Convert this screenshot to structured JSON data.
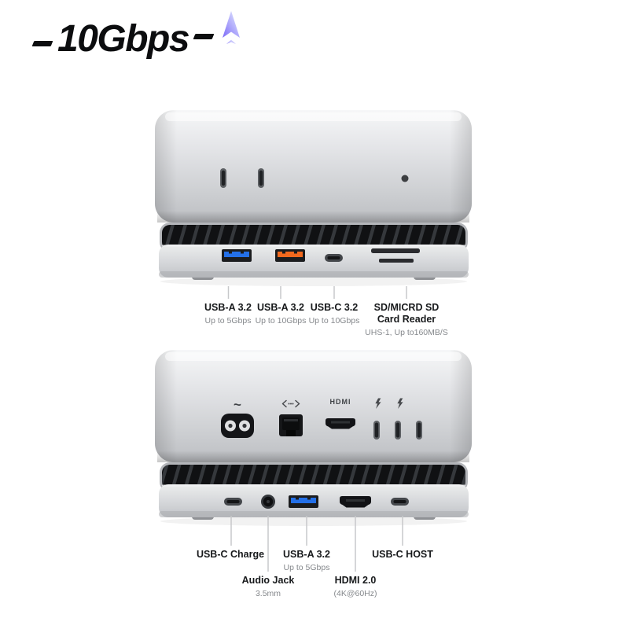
{
  "header": {
    "speed": "10Gbps"
  },
  "front_view": {
    "labels": [
      {
        "line1": "USB-A 3.2",
        "line2": "Up to 5Gbps"
      },
      {
        "line1": "USB-A 3.2",
        "line2": "Up to 10Gbps"
      },
      {
        "line1": "USB-C 3.2",
        "line2": "Up to 10Gbps"
      },
      {
        "line1": "SD/MICRD SD",
        "line2": "Card Reader",
        "line3": "UHS-1, Up to160MB/S"
      }
    ]
  },
  "rear_view": {
    "power_symbol": "~",
    "hdmi_port_label": "HDMI",
    "labels": [
      {
        "line1": "USB-C Charge"
      },
      {
        "line1": "Audio Jack",
        "line2": "3.5mm"
      },
      {
        "line1": "USB-A 3.2",
        "line2": "Up to 5Gbps"
      },
      {
        "line1": "HDMI 2.0",
        "line2": "(4K@60Hz)"
      },
      {
        "line1": "USB-C HOST"
      }
    ]
  },
  "colors": {
    "usb_blue": "#2470e8",
    "usb_orange": "#f2691e",
    "accent_purple": "#7d6bf8"
  }
}
